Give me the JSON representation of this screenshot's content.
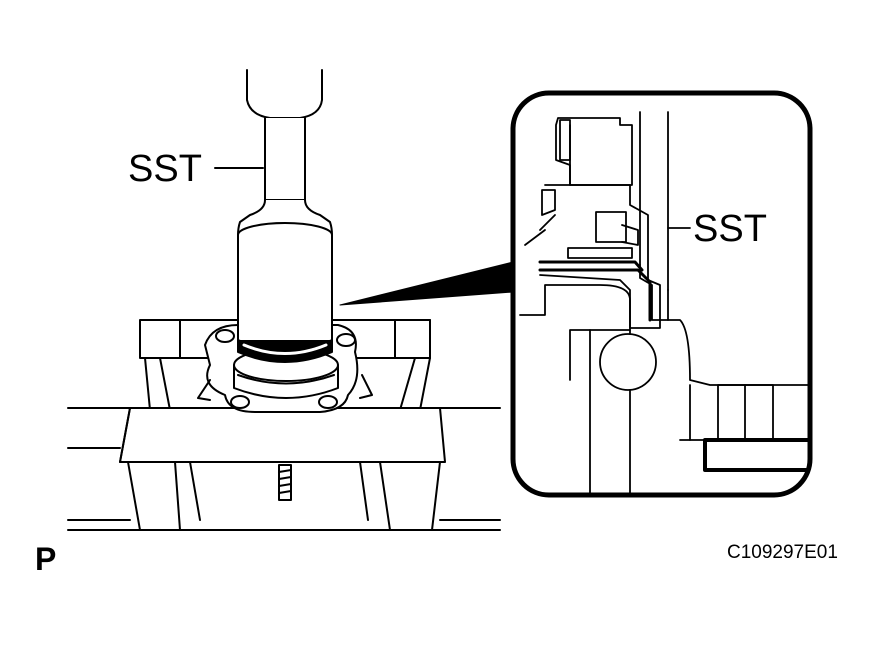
{
  "figure": {
    "label_sst_main": "SST",
    "label_sst_detail": "SST",
    "view_marker": "P",
    "figure_code": "C109297E01"
  },
  "colors": {
    "line": "#000000",
    "background": "#ffffff"
  }
}
